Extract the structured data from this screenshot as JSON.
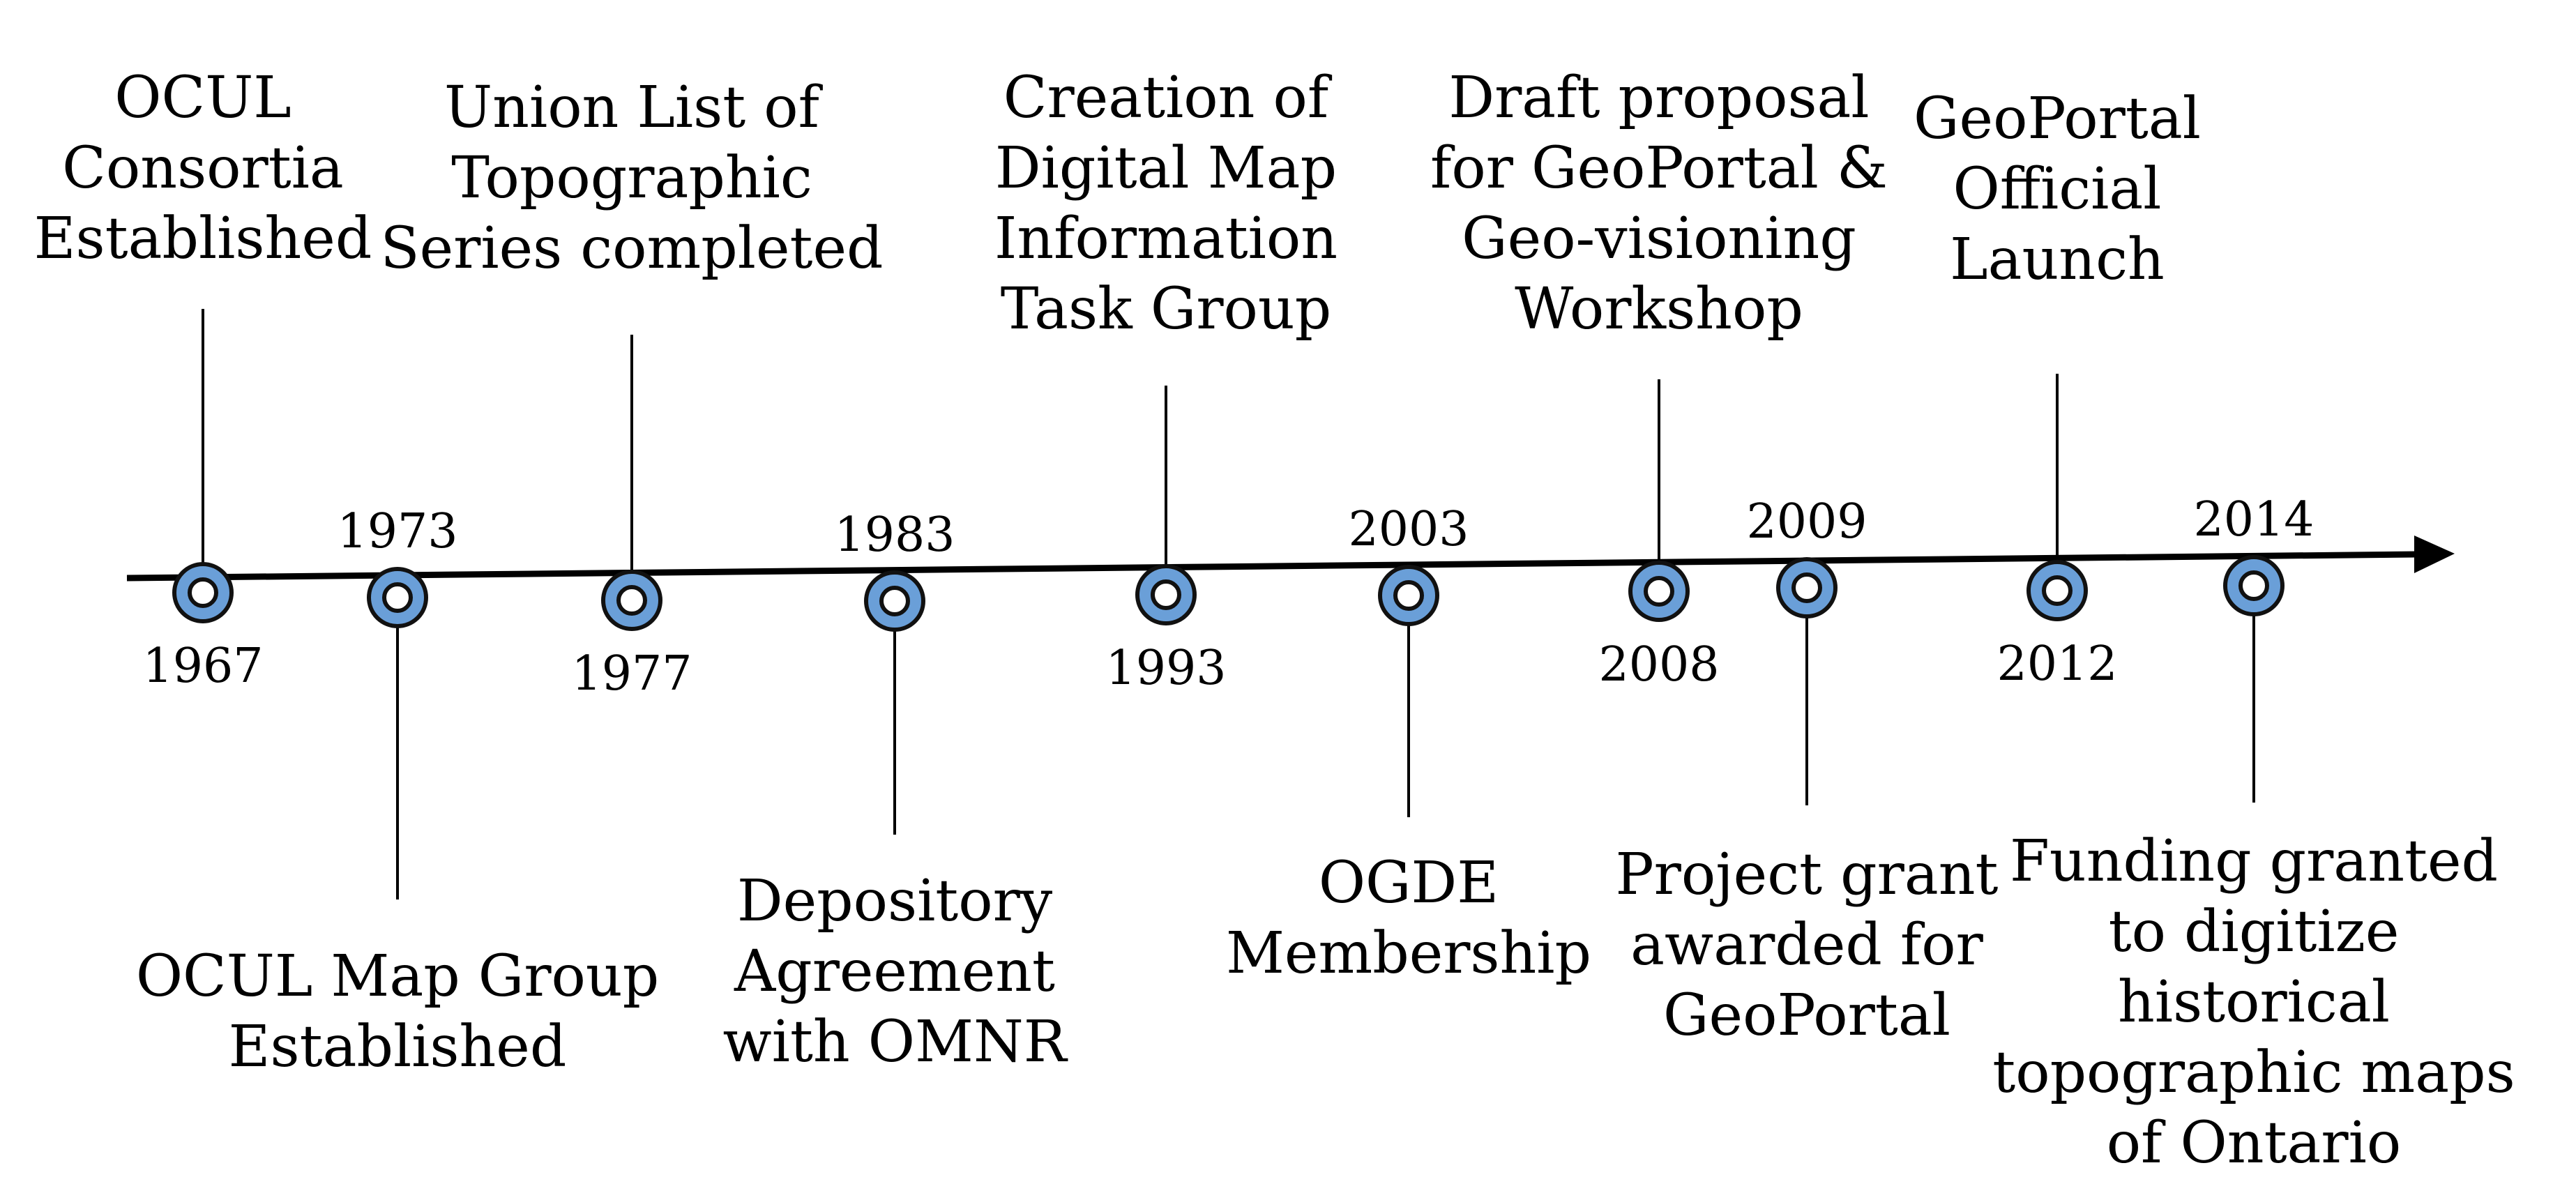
{
  "timeline": {
    "axis_color": "#000000",
    "marker_color": "#6a9fd8",
    "marker_outline": "#111111",
    "events": [
      {
        "year": "1967",
        "label_lines": [
          "OCUL",
          "Consortia",
          "Established"
        ]
      },
      {
        "year": "1973",
        "label_lines": [
          "OCUL Map Group",
          "Established"
        ]
      },
      {
        "year": "1977",
        "label_lines": [
          "Union List of",
          "Topographic",
          "Series completed"
        ]
      },
      {
        "year": "1983",
        "label_lines": [
          "Depository",
          "Agreement",
          "with OMNR"
        ]
      },
      {
        "year": "1993",
        "label_lines": [
          "Creation of",
          "Digital Map",
          "Information",
          "Task Group"
        ]
      },
      {
        "year": "2003",
        "label_lines": [
          "OGDE",
          "Membership"
        ]
      },
      {
        "year": "2008",
        "label_lines": [
          "Draft proposal",
          "for GeoPortal &",
          "Geo-visioning",
          "Workshop"
        ]
      },
      {
        "year": "2009",
        "label_lines": [
          "Project grant",
          "awarded for",
          "GeoPortal"
        ]
      },
      {
        "year": "2012",
        "label_lines": [
          "GeoPortal",
          "Official",
          "Launch"
        ]
      },
      {
        "year": "2014",
        "label_lines": [
          "Funding granted",
          "to digitize",
          "historical",
          "topographic maps",
          "of Ontario"
        ]
      }
    ]
  }
}
